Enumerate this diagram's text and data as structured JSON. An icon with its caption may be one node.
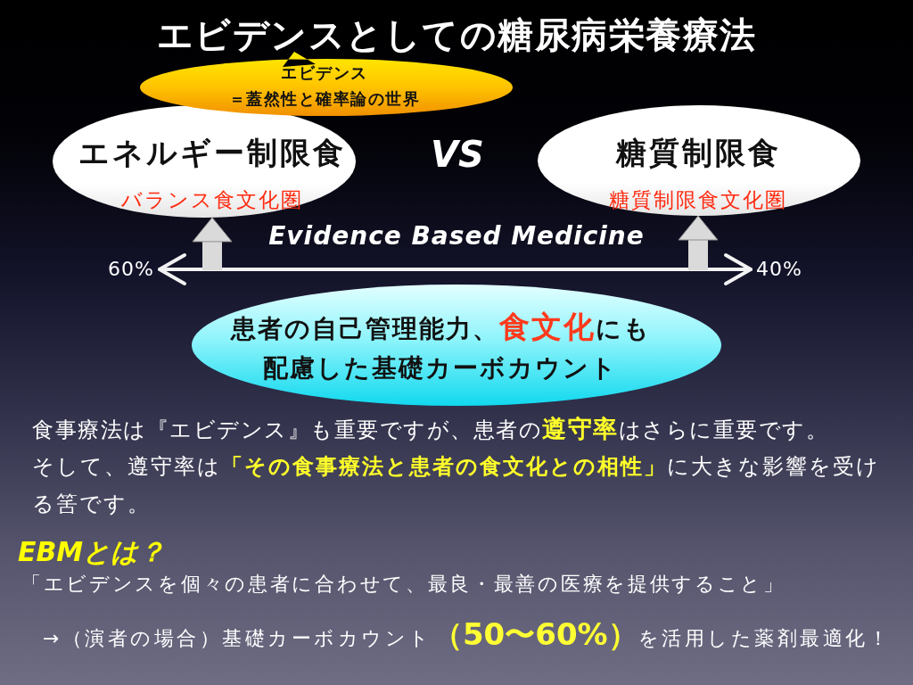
{
  "diagram": {
    "title": "エビデンスとしての糖尿病栄養療法",
    "nodes": [
      {
        "text": [
          "エビデンス",
          "＝蓋然性と確率論の世界"
        ]
      },
      {
        "text": [
          "エネルギー制限食",
          "バランス食文化圏"
        ]
      },
      {
        "text": [
          "糖質制限食",
          "糖質制限食文化圏"
        ]
      },
      {
        "text": [
          "60%"
        ]
      },
      {
        "text": [
          "40%"
        ]
      },
      {
        "text": [
          "患者の自己管理能力、**食文化**にも配慮した基礎カーボカウント"
        ]
      }
    ],
    "edges": [
      {
        "from": 3,
        "to": 4,
        "arrow": "both"
      },
      {
        "from": null,
        "to": 1,
        "arrow": "to"
      },
      {
        "from": null,
        "to": 2,
        "arrow": "to"
      }
    ],
    "labels": [
      "VS",
      "Evidence Based Medicine",
      "食事療法は『エビデンス』も重要ですが、患者の**遵守率**はさらに重要です。",
      "そして、遵守率は**「その食事療法と患者の食文化との相性」**に大きな影響を受ける筈です。",
      "EBMとは？",
      "「エビデンスを個々の患者に合わせて、最良・最善の医療を提供すること」",
      "→（演者の場合）基礎カーボカウント**（50〜60%）**を活用した薬剤最適化！"
    ]
  }
}
